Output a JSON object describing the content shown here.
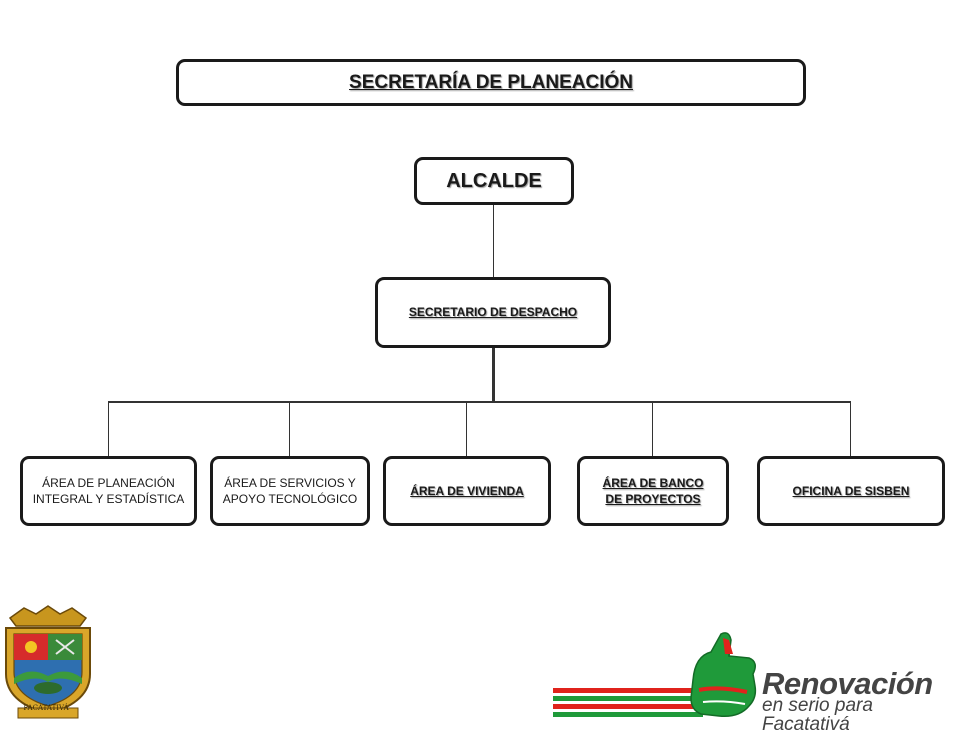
{
  "header": {
    "title": "SECRETARÍA DE PLANEACIÓN"
  },
  "org_chart": {
    "top": "ALCALDE",
    "secretary": "SECRETARIO DE DESPACHO",
    "areas": [
      {
        "label": "ÁREA DE PLANEACIÓN INTEGRAL Y ESTADÍSTICA"
      },
      {
        "label": "ÁREA DE SERVICIOS Y APOYO TECNOLÓGICO"
      },
      {
        "label": "ÁREA DE VIVIENDA"
      },
      {
        "label": "ÁREA DE BANCO DE PROYECTOS"
      },
      {
        "label": "OFICINA DE SISBEN"
      }
    ]
  },
  "branding": {
    "crest_label": "FACATATIVÁ",
    "slogan_title": "Renovación",
    "slogan_sub": "en serio para Facatativá",
    "colors": {
      "red": "#e0231c",
      "green": "#1f9a3a",
      "text": "#444444"
    }
  }
}
